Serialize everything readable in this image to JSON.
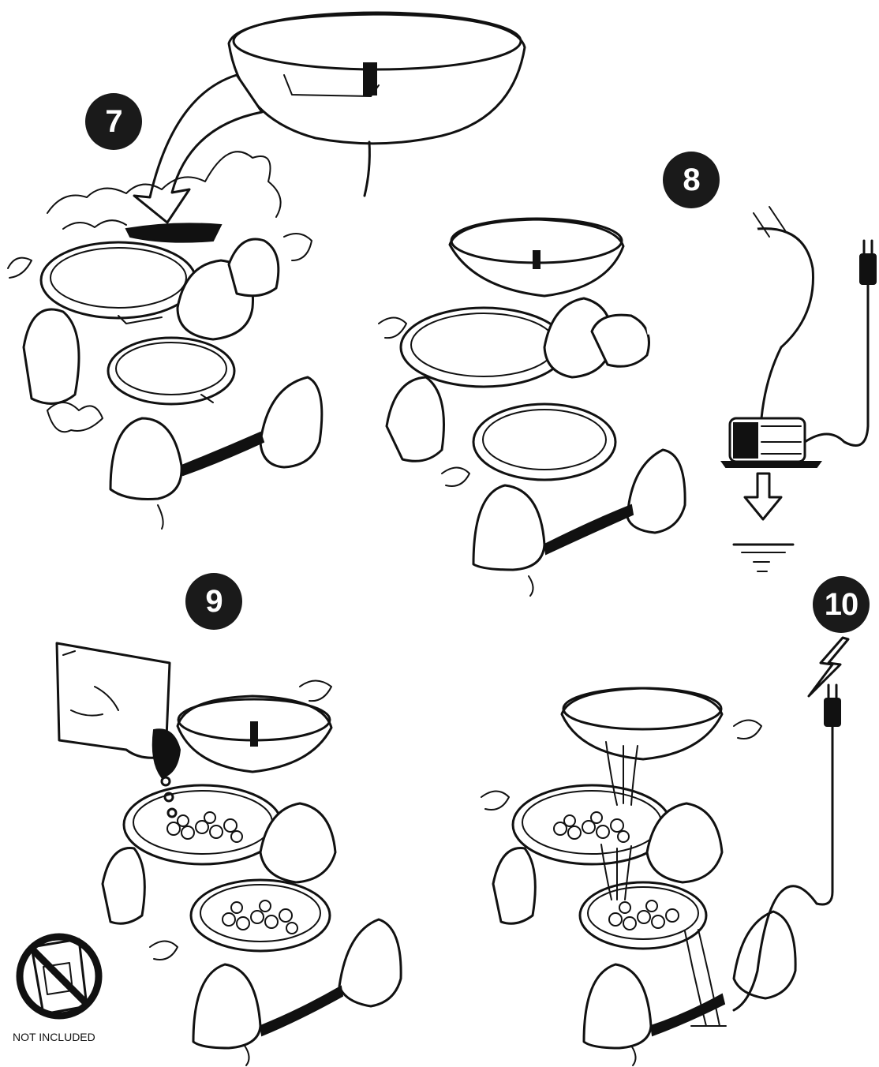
{
  "steps": [
    {
      "number": "7"
    },
    {
      "number": "8"
    },
    {
      "number": "9"
    },
    {
      "number": "10"
    }
  ],
  "note": {
    "text": "NOT INCLUDED"
  },
  "colors": {
    "ink": "#111111",
    "paper": "#ffffff"
  },
  "icons": [
    "curved-arrow-icon",
    "down-arrow-icon",
    "plug-icon",
    "lightning-icon",
    "no-bag-icon",
    "pump-icon"
  ]
}
